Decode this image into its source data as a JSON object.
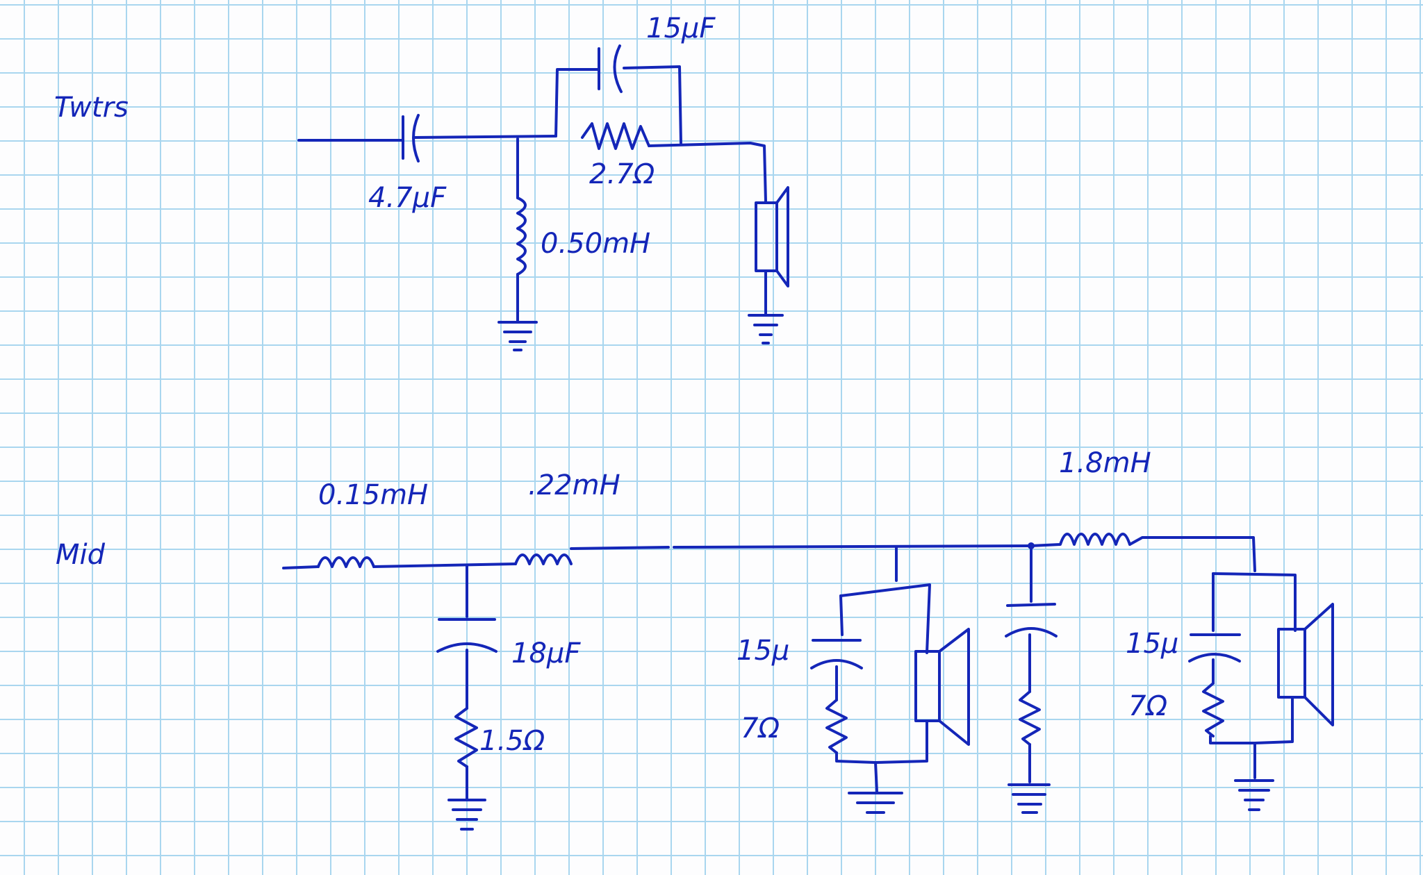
{
  "sections": {
    "tweeter": {
      "title": "Twtrs"
    },
    "mid": {
      "title": "Mid"
    }
  },
  "tweeter_parts": {
    "c_series": "4.7µF",
    "c_bypass": "15µF",
    "r_series": "2.7Ω",
    "l_shunt": "0.50mH"
  },
  "mid_parts": {
    "l1": "0.15mH",
    "l2": ".22mH",
    "c_shunt": "18µF",
    "r_shunt": "1.5Ω",
    "l3": "1.8mH",
    "zobel1_c": "15µ",
    "zobel1_r": "7Ω",
    "zobel2_c": "15µ",
    "zobel2_r": "7Ω"
  },
  "colors": {
    "ink": "#1426b8",
    "grid": "#a9d6ef",
    "paper": "#fdfdfe"
  }
}
